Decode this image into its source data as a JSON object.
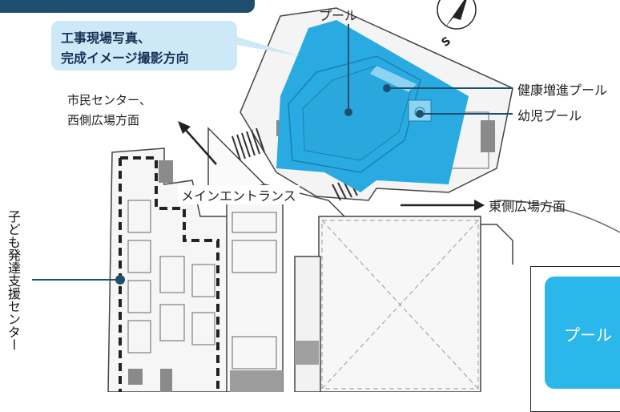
{
  "labels": {
    "pool": "プール",
    "fitness_pool": "健康増進プール",
    "kids_pool": "幼児プール",
    "civic_center": "市民センター、",
    "west_plaza": "西側広場方面",
    "main_entrance": "メインエントランス",
    "east_plaza": "東側広場方面",
    "child_dev_center": "子ども発達支援センター"
  },
  "callout": {
    "line1": "工事現場写真、",
    "line2": "完成イメージ撮影方向"
  },
  "compass": {
    "letter": "S"
  },
  "pool_card": {
    "text": "プール"
  },
  "colors": {
    "pool_fill": "#29abe2",
    "pool_light": "#8fd3f2",
    "callout_fill": "#cde9f8",
    "callout_text": "#1a2e55",
    "leader_line": "#1f4f6e",
    "header_bar": "#1f4f6e",
    "card_fill": "#2bb7ea"
  }
}
